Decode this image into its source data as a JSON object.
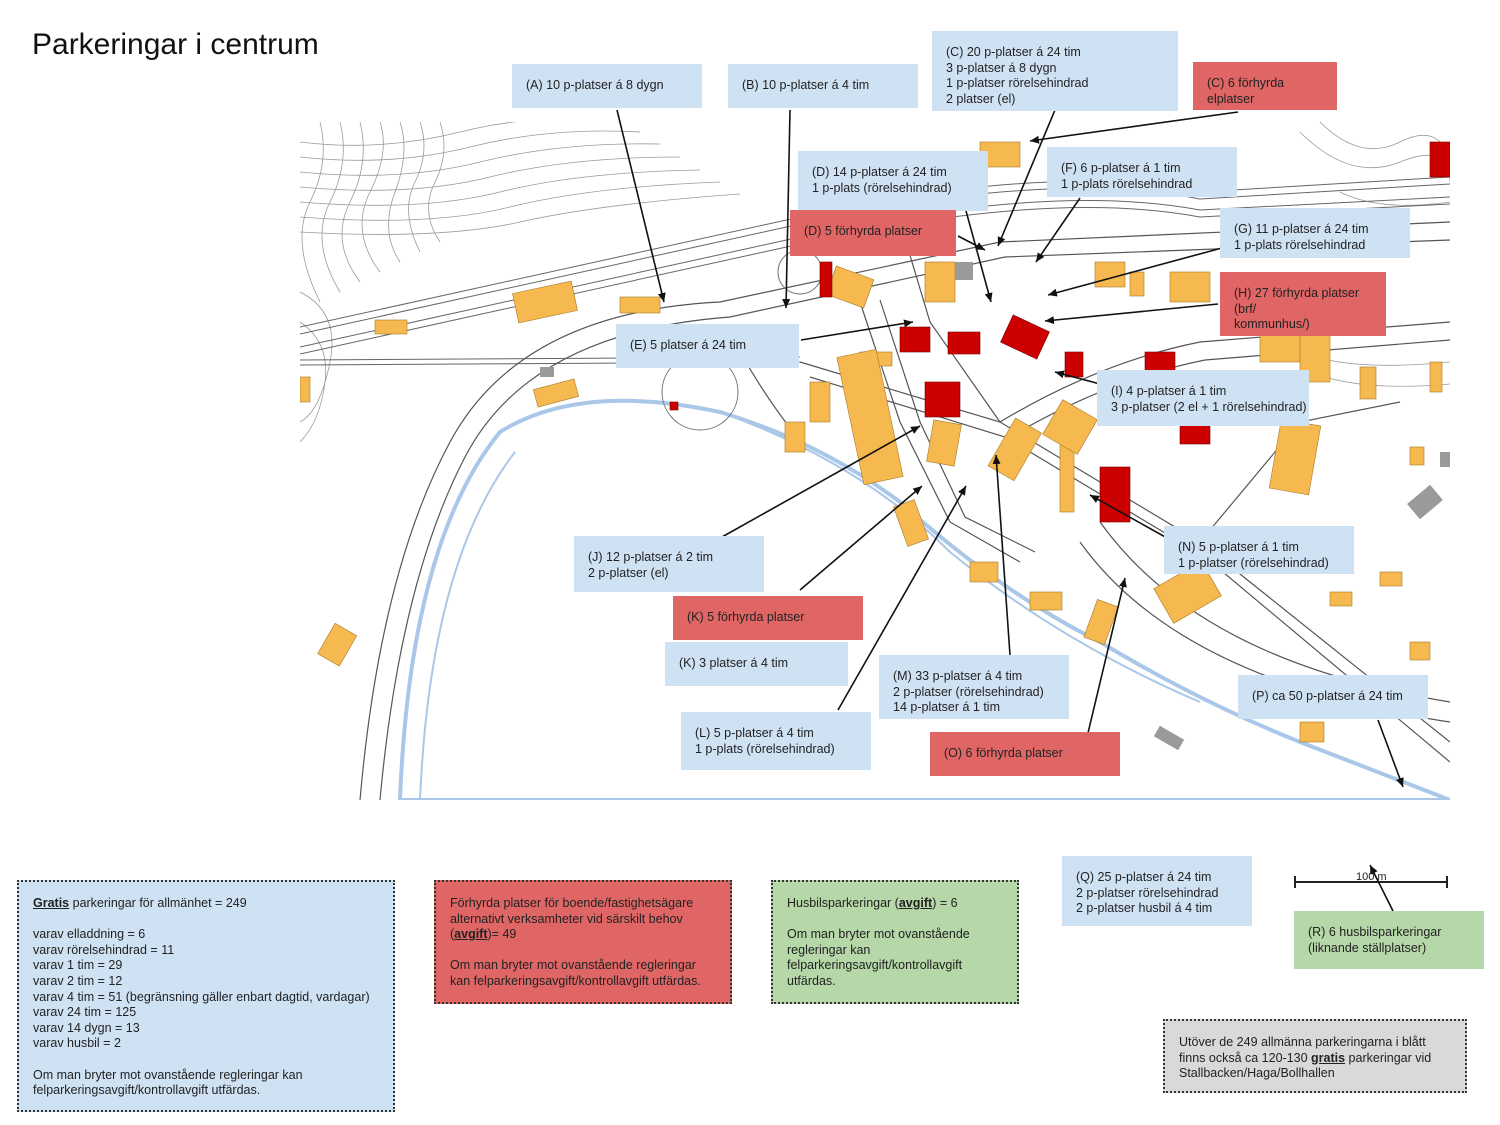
{
  "title": "Parkeringar i centrum",
  "labels": {
    "A": [
      "(A) 10 p-platser á 8 dygn"
    ],
    "B": [
      "(B) 10 p-platser á 4 tim"
    ],
    "C": [
      "(C) 20 p-platser á 24 tim",
      "3 p-platser á 8 dygn",
      "1 p-platser rörelsehindrad",
      "2 platser (el)"
    ],
    "C_red": [
      "(C) 6 förhyrda",
      "elplatser"
    ],
    "D": [
      "(D) 14 p-platser á 24 tim",
      "1 p-plats (rörelsehindrad)"
    ],
    "D_red": [
      "(D) 5 förhyrda platser"
    ],
    "E": [
      "(E) 5 platser á 24 tim"
    ],
    "F": [
      "(F) 6 p-platser á 1 tim",
      "1 p-plats rörelsehindrad"
    ],
    "G": [
      "(G) 11 p-platser á 24 tim",
      "1 p-plats rörelsehindrad"
    ],
    "H_red": [
      "(H) 27 förhyrda platser",
      "(brf/",
      "kommunhus/)"
    ],
    "I": [
      "(I) 4 p-platser á 1 tim",
      "3 p-platser (2 el + 1 rörelsehindrad)"
    ],
    "J": [
      "(J) 12 p-platser á 2 tim",
      "2 p-platser (el)"
    ],
    "K_red": [
      "(K) 5 förhyrda platser"
    ],
    "K": [
      "(K) 3 platser á 4 tim"
    ],
    "L": [
      "(L) 5 p-platser á 4 tim",
      "1 p-plats (rörelsehindrad)"
    ],
    "M": [
      "(M) 33 p-platser á 4 tim",
      "2 p-platser (rörelsehindrad)",
      "14 p-platser á 1 tim"
    ],
    "N": [
      "(N) 5 p-platser á 1 tim",
      "1 p-platser (rörelsehindrad)"
    ],
    "O_red": [
      "(O) 6 förhyrda platser"
    ],
    "P": [
      "(P) ca 50 p-platser á 24 tim"
    ],
    "Q": [
      "(Q) 25 p-platser á 24 tim",
      "2 p-platser rörelsehindrad",
      "2 p-platser husbil á 4 tim"
    ],
    "R_green": [
      "(R) 6 husbilsparkeringar",
      "(liknande ställplatser)"
    ]
  },
  "info_blue": {
    "heading_bold": "Gratis",
    "heading_rest": " parkeringar för allmänhet = 249",
    "lines": [
      "",
      "varav elladdning = 6",
      "varav rörelsehindrad = 11",
      "varav 1 tim = 29",
      "varav 2 tim = 12",
      "varav 4 tim = 51 (begränsning gäller enbart dagtid, vardagar)",
      "varav 24 tim = 125",
      "varav 14 dygn = 13",
      "varav husbil = 2",
      "",
      "Om man bryter mot ovanstående regleringar kan",
      "felparkeringsavgift/kontrollavgift utfärdas."
    ]
  },
  "info_red": {
    "line1": "Förhyrda platser för boende/fastighetsägare",
    "line2": "alternativt verksamheter vid särskilt behov",
    "line3_open": "(",
    "line3_bold": "avgift",
    "line3_rest": ")= 49",
    "lines": [
      "",
      "Om man bryter mot ovanstående regleringar",
      "kan felparkeringsavgift/kontrollavgift utfärdas."
    ]
  },
  "info_green": {
    "head_pre": "Husbilsparkeringar (",
    "head_bold": "avgift",
    "head_post": ") = 6",
    "lines": [
      "",
      "Om man bryter mot ovanstående",
      "regleringar kan",
      "felparkeringsavgift/kontrollavgift",
      "utfärdas."
    ]
  },
  "info_grey": {
    "line1": "Utöver de 249 allmänna parkeringarna i blått",
    "line2_pre": "finns också ca 120-130 ",
    "line2_bold": "gratis",
    "line2_post": " parkeringar vid",
    "line3": "Stallbacken/Haga/Bollhallen"
  },
  "scale": {
    "label": "100 m"
  },
  "colors": {
    "blue": "#cfe2f3",
    "red": "#e06666",
    "green": "#b6d7a8",
    "grey": "#d9d9d9",
    "building": "#f6b94f",
    "building_red": "#cc0000",
    "water": "#a9c7e8"
  }
}
